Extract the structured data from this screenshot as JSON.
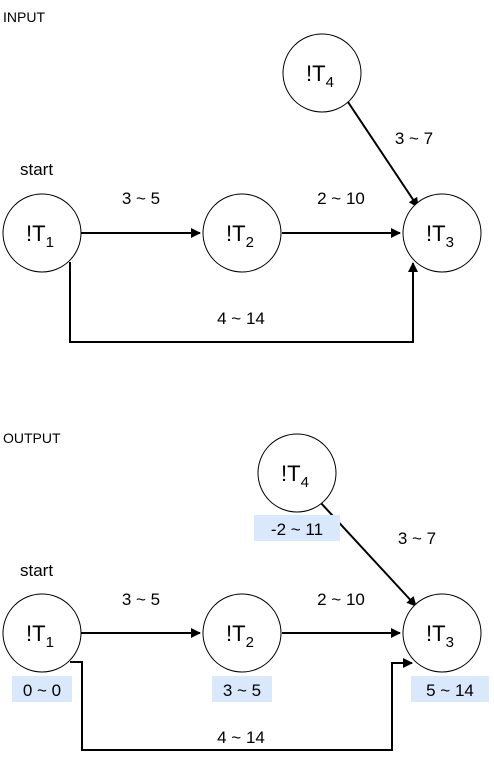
{
  "colors": {
    "highlight": "#dae8fc",
    "stroke": "#000000",
    "background": "#ffffff"
  },
  "input": {
    "section_label": "INPUT",
    "start_label": "start",
    "nodes": {
      "t1": {
        "name": "!T",
        "index": "1"
      },
      "t2": {
        "name": "!T",
        "index": "2"
      },
      "t3": {
        "name": "!T",
        "index": "3"
      },
      "t4": {
        "name": "!T",
        "index": "4"
      }
    },
    "edges": {
      "t1_t2": "3 ~ 5",
      "t2_t3": "2 ~ 10",
      "t4_t3": "3 ~ 7",
      "t1_t3": "4 ~ 14"
    }
  },
  "output": {
    "section_label": "OUTPUT",
    "start_label": "start",
    "nodes": {
      "t1": {
        "name": "!T",
        "index": "1",
        "range": "0 ~ 0"
      },
      "t2": {
        "name": "!T",
        "index": "2",
        "range": "3 ~ 5"
      },
      "t3": {
        "name": "!T",
        "index": "3",
        "range": "5 ~ 14"
      },
      "t4": {
        "name": "!T",
        "index": "4",
        "range": "-2 ~ 11"
      }
    },
    "edges": {
      "t1_t2": "3 ~ 5",
      "t2_t3": "2 ~ 10",
      "t4_t3": "3 ~ 7",
      "t1_t3": "4 ~ 14"
    }
  }
}
